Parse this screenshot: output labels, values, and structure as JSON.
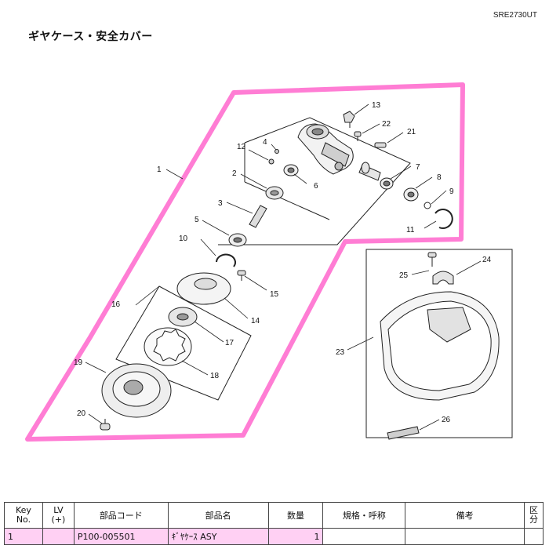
{
  "header": {
    "model_code": "SRE2730UT",
    "title": "ギヤケース・安全カバー"
  },
  "callouts": [
    {
      "id": "c1",
      "text": "1"
    },
    {
      "id": "c2",
      "text": "2"
    },
    {
      "id": "c3",
      "text": "3"
    },
    {
      "id": "c4",
      "text": "4"
    },
    {
      "id": "c5",
      "text": "5"
    },
    {
      "id": "c6",
      "text": "6"
    },
    {
      "id": "c7",
      "text": "7"
    },
    {
      "id": "c8",
      "text": "8"
    },
    {
      "id": "c9",
      "text": "9"
    },
    {
      "id": "c10",
      "text": "10"
    },
    {
      "id": "c11",
      "text": "11"
    },
    {
      "id": "c12",
      "text": "12"
    },
    {
      "id": "c13",
      "text": "13"
    },
    {
      "id": "c14",
      "text": "14"
    },
    {
      "id": "c15",
      "text": "15"
    },
    {
      "id": "c16",
      "text": "16"
    },
    {
      "id": "c17",
      "text": "17"
    },
    {
      "id": "c18",
      "text": "18"
    },
    {
      "id": "c19",
      "text": "19"
    },
    {
      "id": "c20",
      "text": "20"
    },
    {
      "id": "c21",
      "text": "21"
    },
    {
      "id": "c22",
      "text": "22"
    },
    {
      "id": "c23",
      "text": "23"
    },
    {
      "id": "c24",
      "text": "24"
    },
    {
      "id": "c25",
      "text": "25"
    },
    {
      "id": "c26",
      "text": "26"
    }
  ],
  "table": {
    "headers": {
      "key_line1": "Key",
      "key_line2": "No.",
      "lv_line1": "LV",
      "lv_line2": "(+)",
      "part_code": "部品コード",
      "part_name": "部品名",
      "quantity": "数量",
      "spec": "規格・呼称",
      "remarks": "備考",
      "category_line1": "区",
      "category_line2": "分"
    },
    "rows": [
      {
        "key": "1",
        "lv": "",
        "part_code": "P100-005501",
        "part_name": "ｷﾞﾔｹｰｽ ASY",
        "quantity": "1",
        "spec": "",
        "remarks": "",
        "category": ""
      }
    ]
  },
  "colors": {
    "highlight": "#ff66cc",
    "line": "#222222"
  }
}
